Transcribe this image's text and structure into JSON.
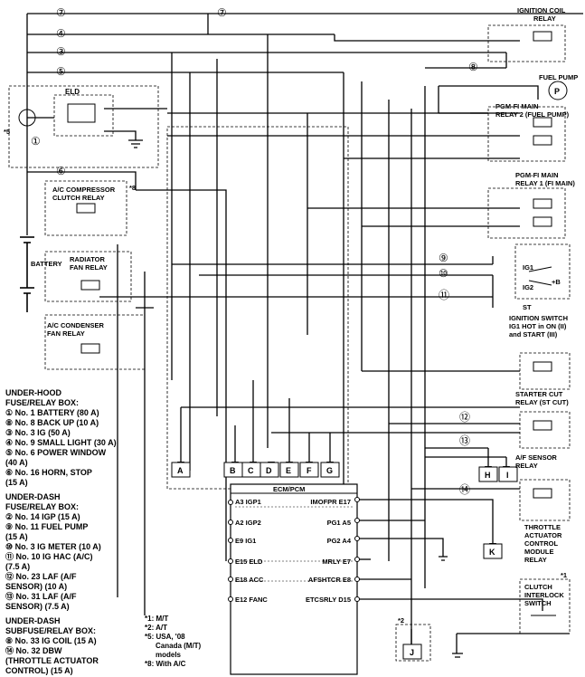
{
  "components": {
    "ignition_coil_relay": [
      "IGNITION COIL",
      "RELAY"
    ],
    "fuel_pump": "FUEL PUMP",
    "fuel_pump_symbol": "P",
    "pgm_fi_main_relay_2": [
      "PGM-FI MAIN",
      "RELAY 2 (FUEL PUMP)"
    ],
    "pgm_fi_main_relay_1": [
      "PGM-FI MAIN",
      "RELAY 1 (FI MAIN)"
    ],
    "eld": "ELD",
    "ac_compressor_clutch_relay": [
      "A/C COMPRESSOR",
      "CLUTCH RELAY"
    ],
    "ac_compressor_note": "*8",
    "radiator_fan_relay": [
      "RADIATOR",
      "FAN RELAY"
    ],
    "ac_condenser_fan_relay": [
      "A/C CONDENSER",
      "FAN RELAY"
    ],
    "battery": "BATTERY",
    "battery_note": "*5",
    "ignition_switch": [
      "IGNITION SWITCH",
      "IG1 HOT in ON (II)",
      "and START (III)"
    ],
    "ignition_switch_terminals": [
      "IG1",
      "IG2",
      "+B",
      "ST"
    ],
    "starter_cut_relay": [
      "STARTER CUT",
      "RELAY (ST CUT)"
    ],
    "af_sensor_relay": [
      "A/F SENSOR",
      "RELAY"
    ],
    "throttle_actuator_relay": [
      "THROTTLE",
      "ACTUATOR",
      "CONTROL",
      "MODULE",
      "RELAY"
    ],
    "clutch_interlock_switch": [
      "CLUTCH",
      "INTERLOCK",
      "SWITCH"
    ],
    "clutch_interlock_note": "*1",
    "j_box_note": "*2"
  },
  "fuse_markers": [
    "⑦",
    "④",
    "③",
    "⑤",
    "⑧",
    "①",
    "⑥",
    "⑨",
    "⑩",
    "⑪",
    "⑫",
    "⑬",
    "⑭"
  ],
  "connectors": [
    "A",
    "B",
    "C",
    "D",
    "E",
    "F",
    "G",
    "H",
    "I",
    "J",
    "K"
  ],
  "ecm": {
    "title": "ECM/PCM",
    "left_pins": [
      "A3 IGP1",
      "A2 IGP2",
      "E9 IG1",
      "E15 ELD",
      "E18 ACC",
      "E12 FANC"
    ],
    "right_pins": [
      "IMOFPR E17",
      "PG1 A5",
      "PG2 A4",
      "MRLY E7",
      "AFSHTCR E8",
      "ETCSRLY D15"
    ]
  },
  "legend": {
    "under_hood": {
      "title": [
        "UNDER-HOOD",
        "FUSE/RELAY BOX:"
      ],
      "items": [
        "① No. 1 BATTERY (80 A)",
        "⑧ No. 8 BACK UP (10 A)",
        "③ No. 3 IG (50 A)",
        "④ No. 9 SMALL LIGHT (30 A)",
        "⑤ No. 6 POWER WINDOW",
        "(40 A)",
        "⑥ No. 16 HORN, STOP",
        "(15 A)"
      ]
    },
    "under_dash": {
      "title": [
        "UNDER-DASH",
        "FUSE/RELAY BOX:"
      ],
      "items": [
        "② No. 14 IGP (15 A)",
        "⑨ No. 11 FUEL PUMP",
        "(15 A)",
        "⑩ No. 3 IG METER (10 A)",
        "⑪ No. 10 IG HAC (A/C)",
        "(7.5 A)",
        "⑫ No. 23 LAF (A/F",
        "SENSOR) (10 A)",
        "⑬ No. 31 LAF (A/F",
        "SENSOR) (7.5 A)"
      ]
    },
    "under_dash_sub": {
      "title": [
        "UNDER-DASH",
        "SUBFUSE/RELAY BOX:"
      ],
      "items": [
        "⑧ No. 33 IG COIL (15 A)",
        "⑭ No. 32 DBW",
        "(THROTTLE ACTUATOR",
        "CONTROL) (15 A)"
      ]
    }
  },
  "notes": [
    "*1: M/T",
    "*2: A/T",
    "*5: USA, '08",
    "Canada (M/T)",
    "models",
    "*8: With A/C"
  ]
}
